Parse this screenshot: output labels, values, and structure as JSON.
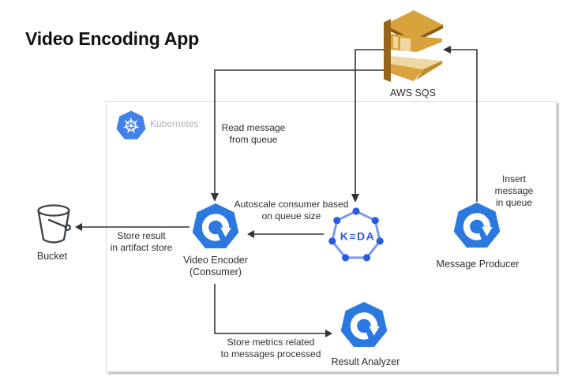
{
  "title": "Video Encoding App",
  "cluster": {
    "label": "Kubernetes"
  },
  "nodes": {
    "sqs": {
      "label": "AWS SQS"
    },
    "bucket": {
      "label": "Bucket"
    },
    "video_encoder": {
      "label": "Video Encoder\n(Consumer)"
    },
    "keda": {
      "logo_text": "K≡DA"
    },
    "message_producer": {
      "label": "Message Producer"
    },
    "result_analyzer": {
      "label": "Result Analyzer"
    }
  },
  "edges": {
    "read_message": {
      "label": "Read message\nfrom queue"
    },
    "autoscale": {
      "label": "Autoscale consumer based\non queue size"
    },
    "insert_message": {
      "label": "Insert message\nin queue"
    },
    "store_result": {
      "label": "Store result\nin artifact store"
    },
    "store_metrics": {
      "label": "Store metrics related\nto messages processed"
    }
  },
  "colors": {
    "kubernetes-blue": "#4282E8",
    "node-blue": "#2B79E0",
    "keda-blue": "#2B5CE0",
    "keda-outline": "#7C9CF0",
    "sqs-gold": "#D8A33C",
    "sqs-gold-dark": "#96671B",
    "sqs-gold-darker": "#8A5E16",
    "sqs-gold-shade": "#C08C2E",
    "sqs-gold-shade2": "#B5832B",
    "sqs-gold-light": "#EFD9A2",
    "line-color": "#333333",
    "text-color": "#2E2E2E",
    "muted-text": "#B3B3B3",
    "box-border": "#DCDCDC",
    "box-shadow": "#CCCCCC",
    "bucket-stroke": "#3D4248",
    "background": "#FFFFFF"
  }
}
